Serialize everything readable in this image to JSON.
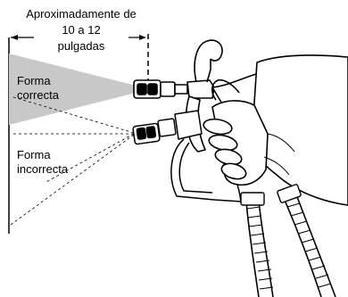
{
  "distance_label": {
    "line1": "Aproximadamente de",
    "line2": "10 a 12",
    "line3": "pulgadas"
  },
  "correct_label": {
    "line1": "Forma",
    "line2": "correcta"
  },
  "incorrect_label": {
    "line1": "Forma",
    "line2": "incorrecta"
  },
  "colors": {
    "spray_fan": "#c8c8c8",
    "ink": "#000000"
  },
  "icons": [
    "spray-gun-icon",
    "hand-icon",
    "hose-icon",
    "spray-fan-icon",
    "dimension-arrow-icon"
  ]
}
